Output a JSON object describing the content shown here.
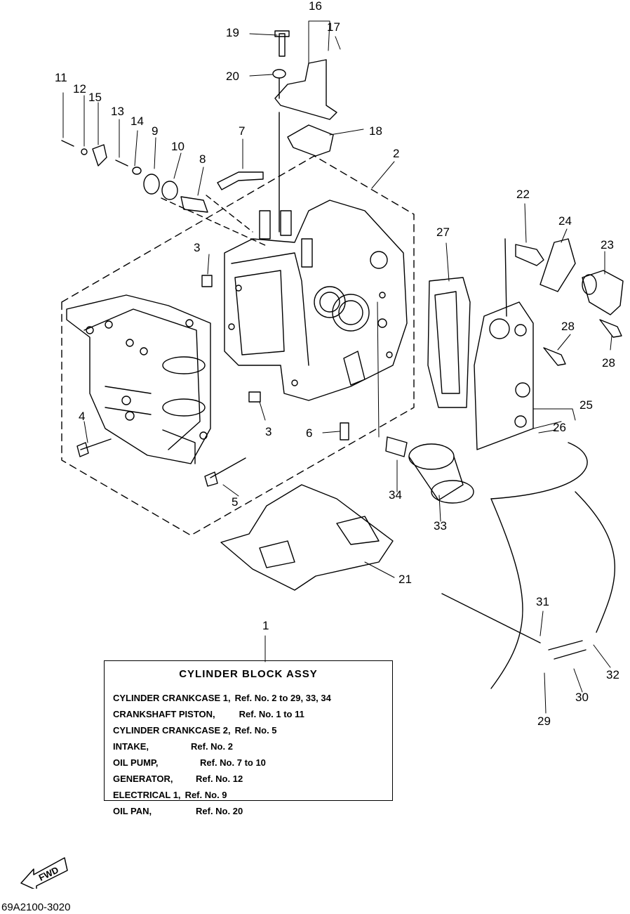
{
  "callouts": [
    {
      "id": "1",
      "text": "1"
    },
    {
      "id": "2",
      "text": "2"
    },
    {
      "id": "3a",
      "text": "3"
    },
    {
      "id": "3b",
      "text": "3"
    },
    {
      "id": "4",
      "text": "4"
    },
    {
      "id": "5",
      "text": "5"
    },
    {
      "id": "6",
      "text": "6"
    },
    {
      "id": "7",
      "text": "7"
    },
    {
      "id": "8",
      "text": "8"
    },
    {
      "id": "9",
      "text": "9"
    },
    {
      "id": "10",
      "text": "10"
    },
    {
      "id": "11",
      "text": "11"
    },
    {
      "id": "12",
      "text": "12"
    },
    {
      "id": "13",
      "text": "13"
    },
    {
      "id": "14",
      "text": "14"
    },
    {
      "id": "15",
      "text": "15"
    },
    {
      "id": "16",
      "text": "16"
    },
    {
      "id": "17",
      "text": "17"
    },
    {
      "id": "18",
      "text": "18"
    },
    {
      "id": "19",
      "text": "19"
    },
    {
      "id": "20",
      "text": "20"
    },
    {
      "id": "21",
      "text": "21"
    },
    {
      "id": "22",
      "text": "22"
    },
    {
      "id": "23",
      "text": "23"
    },
    {
      "id": "24",
      "text": "24"
    },
    {
      "id": "25",
      "text": "25"
    },
    {
      "id": "26",
      "text": "26"
    },
    {
      "id": "27",
      "text": "27"
    },
    {
      "id": "28a",
      "text": "28"
    },
    {
      "id": "28b",
      "text": "28"
    },
    {
      "id": "29",
      "text": "29"
    },
    {
      "id": "30",
      "text": "30"
    },
    {
      "id": "31",
      "text": "31"
    },
    {
      "id": "32",
      "text": "32"
    },
    {
      "id": "33",
      "text": "33"
    },
    {
      "id": "34",
      "text": "34"
    }
  ],
  "reference_box": {
    "title": "CYLINDER  BLOCK ASSY",
    "rows": [
      {
        "name": "CYLINDER CRANKCASE 1,",
        "value": "Ref. No. 2 to 29, 33, 34"
      },
      {
        "name": "CRANKSHAFT PISTON,",
        "value": "Ref. No. 1 to 11"
      },
      {
        "name": "CYLINDER CRANKCASE 2,",
        "value": "Ref. No. 5"
      },
      {
        "name": "INTAKE,",
        "value": "Ref. No. 2"
      },
      {
        "name": "OIL PUMP,",
        "value": "Ref. No. 7 to 10"
      },
      {
        "name": "GENERATOR,",
        "value": "Ref. No. 12"
      },
      {
        "name": "ELECTRICAL 1,",
        "value": "Ref. No. 9"
      },
      {
        "name": "OIL PAN,",
        "value": "Ref. No. 20"
      }
    ]
  },
  "fwd_label": "FWD",
  "drawing_code": "69A2100-3020"
}
